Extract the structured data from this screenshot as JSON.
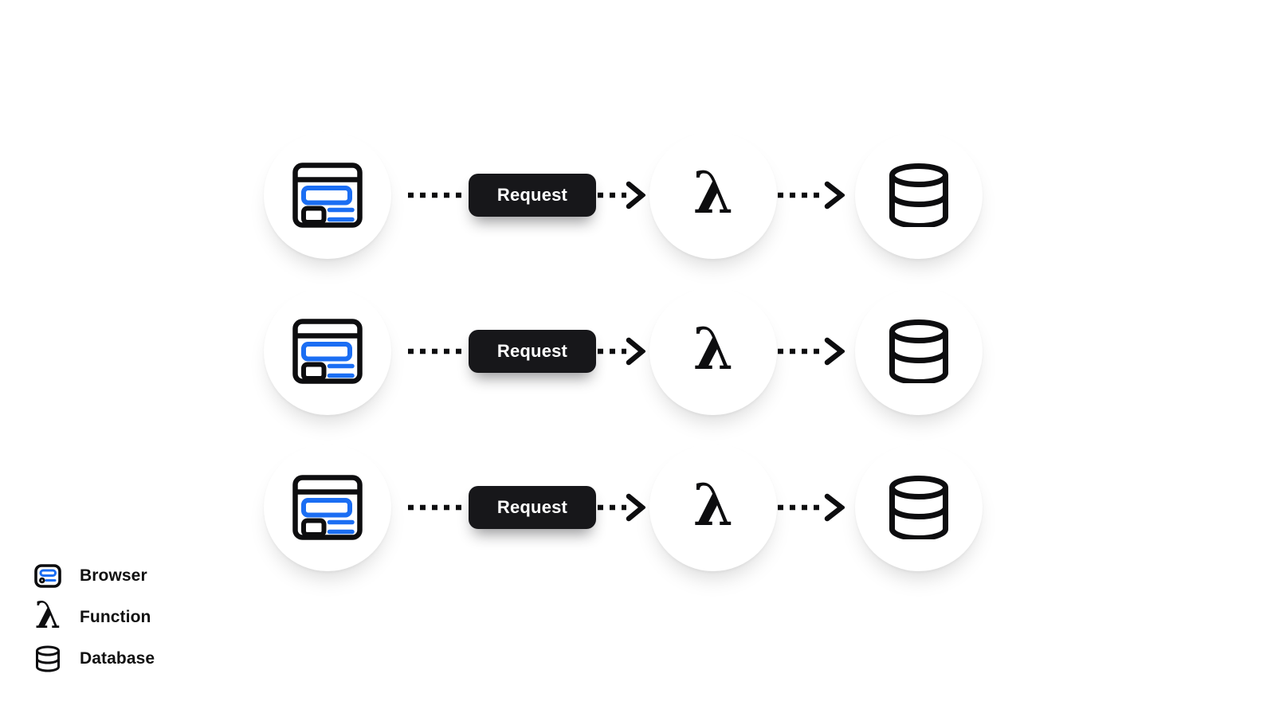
{
  "diagram": {
    "rows": [
      {
        "request_label": "Request"
      },
      {
        "request_label": "Request"
      },
      {
        "request_label": "Request"
      }
    ],
    "lambda_glyph": "λ"
  },
  "legend": {
    "items": [
      {
        "label": "Browser"
      },
      {
        "label": "Function"
      },
      {
        "label": "Database"
      }
    ]
  },
  "colors": {
    "accent_blue": "#1b6ef3",
    "button_background": "#17171a",
    "stroke_black": "#0d0d0f",
    "page_background": "#ffffff"
  }
}
